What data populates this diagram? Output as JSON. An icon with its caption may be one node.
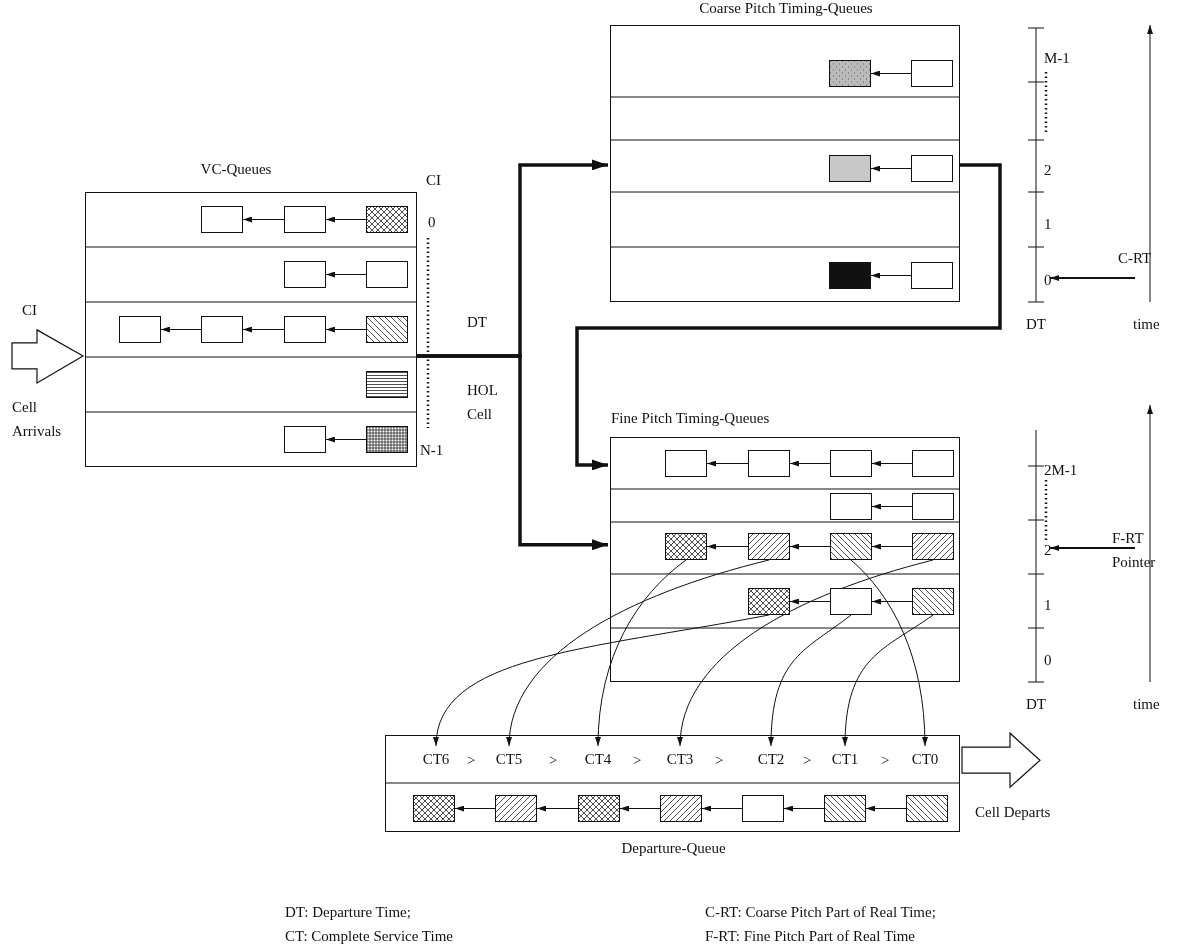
{
  "diagram": {
    "nodes": [
      {
        "text": [
          "VC-Queues"
        ]
      },
      {
        "text": [],
        "shape": "box",
        "in": 0
      },
      {
        "text": [],
        "shape": "box",
        "in": 0
      },
      {
        "text": [],
        "shape": "box",
        "in": 0
      },
      {
        "text": [],
        "shape": "box",
        "in": 0
      },
      {
        "text": [],
        "shape": "box",
        "in": 0
      },
      {
        "text": [],
        "shape": "box",
        "in": 0
      },
      {
        "text": [],
        "shape": "box",
        "in": 0
      },
      {
        "text": [],
        "shape": "box",
        "in": 0
      },
      {
        "text": [],
        "shape": "box",
        "in": 0
      },
      {
        "text": [],
        "shape": "box",
        "in": 0
      },
      {
        "text": [],
        "shape": "box",
        "in": 0
      },
      {
        "text": [],
        "shape": "box",
        "in": 0
      },
      {
        "text": [
          "Coarse Pitch Timing-Queues"
        ]
      },
      {
        "text": [],
        "shape": "box",
        "in": 13
      },
      {
        "text": [],
        "shape": "box",
        "in": 13
      },
      {
        "text": [],
        "shape": "box",
        "in": 13
      },
      {
        "text": [],
        "shape": "box",
        "in": 13
      },
      {
        "text": [],
        "shape": "box",
        "in": 13
      },
      {
        "text": [],
        "shape": "box",
        "in": 13
      },
      {
        "text": [
          "Fine Pitch Timing-Queues"
        ]
      },
      {
        "text": [],
        "shape": "box",
        "in": 20
      },
      {
        "text": [],
        "shape": "box",
        "in": 20
      },
      {
        "text": [],
        "shape": "box",
        "in": 20
      },
      {
        "text": [],
        "shape": "box",
        "in": 20
      },
      {
        "text": [],
        "shape": "box",
        "in": 20
      },
      {
        "text": [],
        "shape": "box",
        "in": 20
      },
      {
        "text": [],
        "shape": "box",
        "in": 20
      },
      {
        "text": [],
        "shape": "box",
        "in": 20
      },
      {
        "text": [],
        "shape": "box",
        "in": 20
      },
      {
        "text": [],
        "shape": "box",
        "in": 20
      },
      {
        "text": [],
        "shape": "box",
        "in": 20
      },
      {
        "text": [],
        "shape": "box",
        "in": 20
      },
      {
        "text": [],
        "shape": "box",
        "in": 20
      },
      {
        "text": [
          "Departure-Queue"
        ]
      },
      {
        "text": [
          "CT6"
        ],
        "in": 34
      },
      {
        "text": [
          "CT5"
        ],
        "in": 34
      },
      {
        "text": [
          "CT4"
        ],
        "in": 34
      },
      {
        "text": [
          "CT3"
        ],
        "in": 34
      },
      {
        "text": [
          "CT2"
        ],
        "in": 34
      },
      {
        "text": [
          "CT1"
        ],
        "in": 34
      },
      {
        "text": [
          "CT0"
        ],
        "in": 34
      },
      {
        "text": [],
        "shape": "box",
        "in": 34
      },
      {
        "text": [],
        "shape": "box",
        "in": 34
      },
      {
        "text": [],
        "shape": "box",
        "in": 34
      },
      {
        "text": [],
        "shape": "box",
        "in": 34
      },
      {
        "text": [],
        "shape": "box",
        "in": 34
      },
      {
        "text": [],
        "shape": "box",
        "in": 34
      },
      {
        "text": [],
        "shape": "box",
        "in": 34
      }
    ],
    "edges": [
      {
        "from": null,
        "to": 0,
        "arrow": "to"
      },
      {
        "from": 0,
        "to": 13,
        "arrow": "to",
        "style": "thick"
      },
      {
        "from": 0,
        "to": 20,
        "arrow": "to",
        "style": "thick"
      },
      {
        "from": 13,
        "to": 20,
        "arrow": "to",
        "style": "thick"
      },
      {
        "from": 2,
        "to": 1,
        "arrow": "to"
      },
      {
        "from": 3,
        "to": 2,
        "arrow": "to"
      },
      {
        "from": 5,
        "to": 4,
        "arrow": "to"
      },
      {
        "from": 7,
        "to": 6,
        "arrow": "to"
      },
      {
        "from": 8,
        "to": 7,
        "arrow": "to"
      },
      {
        "from": 9,
        "to": 8,
        "arrow": "to"
      },
      {
        "from": 12,
        "to": 11,
        "arrow": "to"
      },
      {
        "from": 15,
        "to": 14,
        "arrow": "to"
      },
      {
        "from": 17,
        "to": 16,
        "arrow": "to"
      },
      {
        "from": 19,
        "to": 18,
        "arrow": "to"
      },
      {
        "from": 22,
        "to": 21,
        "arrow": "to"
      },
      {
        "from": 23,
        "to": 22,
        "arrow": "to"
      },
      {
        "from": 24,
        "to": 23,
        "arrow": "to"
      },
      {
        "from": 26,
        "to": 25,
        "arrow": "to"
      },
      {
        "from": 28,
        "to": 27,
        "arrow": "to"
      },
      {
        "from": 29,
        "to": 28,
        "arrow": "to"
      },
      {
        "from": 30,
        "to": 29,
        "arrow": "to"
      },
      {
        "from": 32,
        "to": 31,
        "arrow": "to"
      },
      {
        "from": 33,
        "to": 32,
        "arrow": "to"
      },
      {
        "from": 27,
        "to": 37,
        "arrow": "to"
      },
      {
        "from": 28,
        "to": 36,
        "arrow": "to"
      },
      {
        "from": 29,
        "to": 41,
        "arrow": "to"
      },
      {
        "from": 30,
        "to": 38,
        "arrow": "to"
      },
      {
        "from": 31,
        "to": 35,
        "arrow": "to"
      },
      {
        "from": 32,
        "to": 39,
        "arrow": "to"
      },
      {
        "from": 33,
        "to": 40,
        "arrow": "to"
      },
      {
        "from": 43,
        "to": 42,
        "arrow": "to"
      },
      {
        "from": 44,
        "to": 43,
        "arrow": "to"
      },
      {
        "from": 45,
        "to": 44,
        "arrow": "to"
      },
      {
        "from": 46,
        "to": 45,
        "arrow": "to"
      },
      {
        "from": 47,
        "to": 46,
        "arrow": "to"
      },
      {
        "from": 48,
        "to": 47,
        "arrow": "to"
      },
      {
        "from": 34,
        "to": null,
        "arrow": "to"
      }
    ],
    "labels": [
      "CI",
      "0",
      "N-1",
      "CI",
      "Cell Arrivals",
      "DT",
      "HOL Cell",
      "M-1",
      "2",
      "1",
      "0",
      "C-RT",
      "DT",
      "time",
      "2M-1",
      "2",
      "1",
      "0",
      "F-RT Pointer",
      "DT",
      "time",
      ">",
      ">",
      ">",
      ">",
      ">",
      ">",
      "Cell Departs",
      "DT: Departure Time;",
      "CT: Complete Service Time",
      "C-RT: Coarse Pitch Part of Real Time;",
      "F-RT: Fine Pitch Part of Real Time"
    ]
  }
}
